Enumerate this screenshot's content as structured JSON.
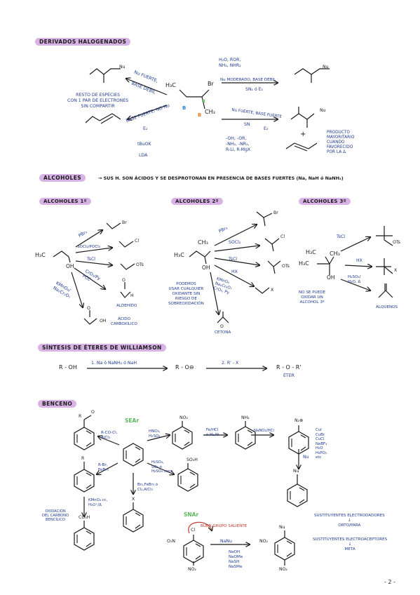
{
  "sections": {
    "halo": "DERIVADOS HALOGENADOS",
    "alcoholes": "ALCOHOLES",
    "alcohol_note": "→ SUS H. SON ÁCIDOS Y SE DESPROTONAN EN PRESENCIA DE BASES FUERTES (Na, NaH ó NaNH₂)",
    "alc1": "ALCOHOLES 1º",
    "alc2": "ALCOHOLES 2º",
    "alc3": "ALCOHOLES 3º",
    "williamson": "SÍNTESIS DE ÉTERES DE WILLIAMSON",
    "benceno": "BENCENO"
  },
  "halo": {
    "nu": "Nu",
    "nu_fuerte": "Nu FUERTE,",
    "base_debil": "BASE DÉBIL",
    "resto_note": "RESTO DE ESPECIES\nCON 1 PAR DE ELECTRONES\nSIN COMPARTIR",
    "base_fuerte": "BASE FUERTE, NO Nu",
    "e2": "E₂",
    "tbuok": "tBuOK",
    "lda": "LDA",
    "h3c": "H₃C",
    "br": "Br",
    "ch3": "CH₃",
    "label_b": "B",
    "label_a": "α",
    "reagents_top": "H₂O, ROR,\nNH₃, NHR₂",
    "nu_moderado": "Nu MODERADO, BASE DÉBIL",
    "sn1": "SN₁ ó E₁",
    "nu_fuerte_base_fuerte": "Nu FUERTE, BASE FUERTE",
    "sn": "SN",
    "plus": "+",
    "strong_list": "-OH, -OR,\n-NH₂, -NR₂,\nR-Li, R-MgX",
    "producto_note": "PRODUCTO\nMAYORITARIO\nCUANDO\nFAVORECIDO\nPOR LA Δ"
  },
  "alc1": {
    "h3c": "H₃C",
    "oh": "OH",
    "pbr3": "PBr₃",
    "br": "Br",
    "socl2": "SOCl₂/POCl₃",
    "cl": "Cl",
    "tscl": "TsCl",
    "ots": "OTs",
    "cro3": "CrO₃/Py\nPCC",
    "o": "O",
    "h": "H",
    "aldehido": "ALDEHÍDO",
    "kmno4": "KMnO₄/\nNa₂Cr₂O₇",
    "acid_oh": "OH",
    "acido": "ÁCIDO\nCARBOXÍLICO"
  },
  "alc2": {
    "ch3": "CH₃",
    "h3c": "H₃C",
    "oh": "OH",
    "pbr3": "PBr₃",
    "br": "Br",
    "socl2": "SOCl₂",
    "cl": "Cl",
    "tscl": "TsCl",
    "ots": "OTs",
    "hx": "HX",
    "x": "X",
    "oxid": "KMnO₄\nNa₂Cr₂O₇\nCrO₃, Py",
    "podemos": "PODEMOS\nUSAR CUALQUIER\nOXIDANTE SIN\nRIESGO DE\nSOBREOXIDACIÓN",
    "o": "O",
    "cetona": "CETONA"
  },
  "alc3": {
    "h3c_a": "H₃C",
    "ch3": "CH₃",
    "h3c_b": "H₃C",
    "oh": "OH",
    "tscl": "TsCl",
    "ots": "OTs",
    "hx": "HX",
    "x": "X",
    "h2so4": "H₂SO₄/\nH₃O, Δ",
    "no_oxid": "NO SE PUEDE\nOXIDAR UN\nALCOHOL 3º",
    "alquenos": "ALQUENOS"
  },
  "williamson": {
    "r_oh": "R - OH",
    "step1": "1. Na ó NaNH₂ ó NaH",
    "alkoxide": "R - O⊖",
    "step2": "2. R' - X",
    "product": "R - O - R'",
    "eter": "ÉTER"
  },
  "benceno": {
    "sear": "SEAr",
    "snar": "SNAr",
    "acyl_reag": "R-CO-Cl,\nAlCl₃",
    "r_acyl": "R",
    "o_acyl": "O",
    "alkyl_reag": "R-Br,\nFeBr₃",
    "r_alkyl": "R",
    "nitr_reag": "HNO₃,\nH₂SO₄",
    "no2": "NO₂",
    "sulf_reag": "H₂SO₄,\nSO₃ ó\nH₂SO₄ conc",
    "so3h": "SO₃H",
    "hal_reag": "Br₂,FeBr₃ ó\nCl₂,AlCl₃",
    "x": "X",
    "red_reag": "Fe/HCl\nó H₂,Ni",
    "nh2": "NH₂",
    "diaz_reag": "NaNO₂/HCl",
    "n2": "N₂⊕",
    "nu": "Nu",
    "nu_list": "CuI\nCuBr\nCuCl\nNaBF₄\nH₂O\nH₃PO₂\netc",
    "oxid_reag": "KMnO₄ cc,\nH₃O⁺/Δ",
    "oxid_note": "OXIDACIÓN\nDEL CARBONO\nBENCÍLICO",
    "co2h": "CO₂H",
    "cl": "Cl",
    "buen_grupo": "BUEN GRUPO SALIENTE",
    "o2n": "O₂N",
    "no2_bottom": "NO₂",
    "nanu": "NaNu",
    "snar_list": "NaOH\nNaOMe\nNaSH\nNaSMe",
    "nu_prod": "Nu",
    "no2_prod": "NO₂",
    "no2_prod_b": "NO₂",
    "sust_don": "SUSTITUYENTES ELECTRODADORES\n↓\nORTO/PARA",
    "sust_acep": "SUSTITUYENTES ELECTROACEPTORES\n↓\nMETA"
  },
  "page_number": "- 2 -"
}
